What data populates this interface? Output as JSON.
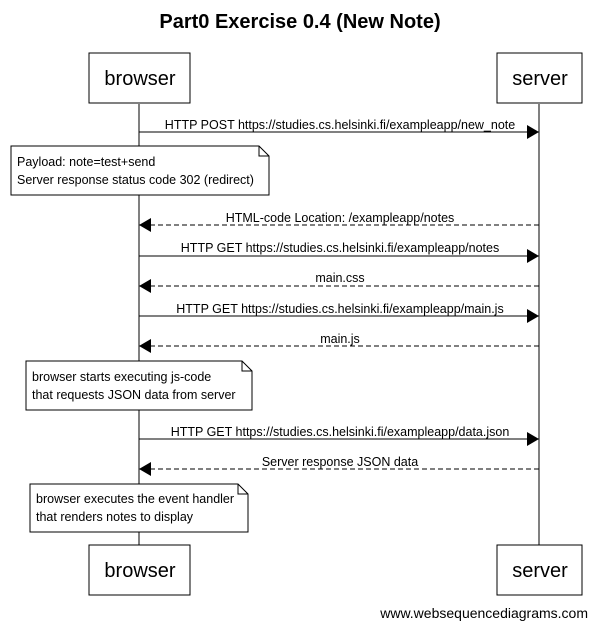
{
  "title": "Part0 Exercise 0.4 (New Note)",
  "participants": [
    {
      "id": "browser",
      "label": "browser"
    },
    {
      "id": "server",
      "label": "server"
    }
  ],
  "messages": [
    {
      "from": "browser",
      "to": "server",
      "label": "HTTP POST https://studies.cs.helsinki.fi/exampleapp/new_note",
      "style": "solid"
    },
    {
      "from": "server",
      "to": "browser",
      "label": "HTML-code Location: /exampleapp/notes",
      "style": "dashed"
    },
    {
      "from": "browser",
      "to": "server",
      "label": "HTTP GET https://studies.cs.helsinki.fi/exampleapp/notes",
      "style": "solid"
    },
    {
      "from": "server",
      "to": "browser",
      "label": "main.css",
      "style": "dashed"
    },
    {
      "from": "browser",
      "to": "server",
      "label": "HTTP GET https://studies.cs.helsinki.fi/exampleapp/main.js",
      "style": "solid"
    },
    {
      "from": "server",
      "to": "browser",
      "label": "main.js",
      "style": "dashed"
    },
    {
      "from": "browser",
      "to": "server",
      "label": "HTTP GET https://studies.cs.helsinki.fi/exampleapp/data.json",
      "style": "solid"
    },
    {
      "from": "server",
      "to": "browser",
      "label": "Server response JSON data",
      "style": "dashed"
    }
  ],
  "notes": [
    {
      "lines": [
        "Payload: note=test+send",
        "Server response status code 302 (redirect)"
      ]
    },
    {
      "lines": [
        "browser starts executing js-code",
        "that requests JSON data from server"
      ]
    },
    {
      "lines": [
        "browser executes the event handler",
        "that renders notes to display"
      ]
    }
  ],
  "watermark": "www.websequencediagrams.com"
}
